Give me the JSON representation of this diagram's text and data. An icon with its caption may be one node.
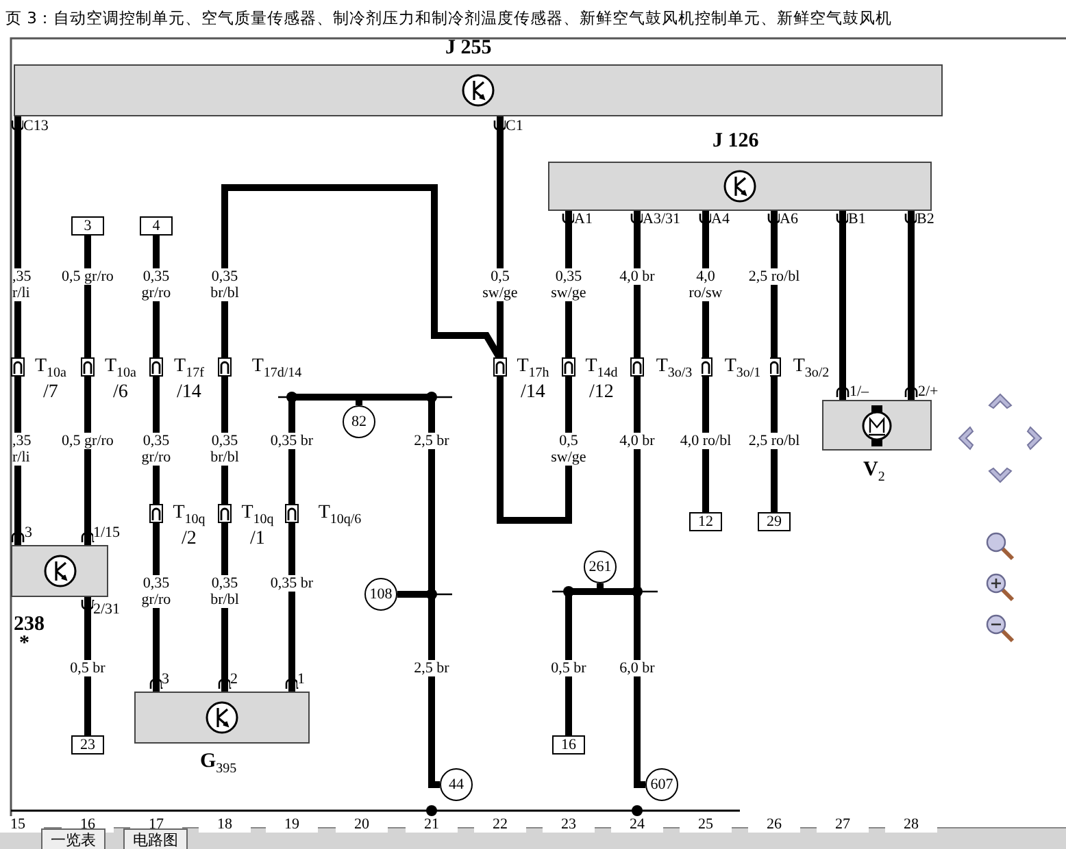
{
  "diagram": {
    "title": "页 3：自动空调控制单元、空气质量传感器、制冷剂压力和制冷剂温度传感器、新鲜空气鼓风机控制单元、新鲜空气鼓风机",
    "nodes": [
      {
        "text": [
          "J 255"
        ]
      },
      {
        "text": [
          "J 126"
        ]
      },
      {
        "text": [
          "3"
        ]
      },
      {
        "text": [
          "4"
        ]
      },
      {
        "text": [
          "238"
        ],
        "beside": [
          "*"
        ]
      },
      {
        "text": [
          "V$_{2}$"
        ]
      },
      {
        "text": [
          "G$_{395}$"
        ]
      },
      {
        "text": [
          "12"
        ]
      },
      {
        "text": [
          "29"
        ]
      },
      {
        "text": [
          "23"
        ]
      },
      {
        "text": [
          "16"
        ]
      },
      {
        "text": [
          "82"
        ]
      },
      {
        "text": [
          "108"
        ]
      },
      {
        "text": [
          "261"
        ]
      },
      {
        "text": [
          "44"
        ]
      },
      {
        "text": [
          "607"
        ]
      }
    ],
    "edges": [
      {
        "from": 0,
        "to": 4,
        "arrow": "none"
      },
      {
        "from": 2,
        "to": 4,
        "arrow": "none"
      },
      {
        "from": 3,
        "to": 6,
        "arrow": "none"
      },
      {
        "from": 6,
        "to": 0,
        "arrow": "none"
      },
      {
        "from": 0,
        "to": 1,
        "arrow": "none"
      },
      {
        "from": 1,
        "to": 13,
        "arrow": "none"
      },
      {
        "from": 1,
        "to": 7,
        "arrow": "none"
      },
      {
        "from": 1,
        "to": 8,
        "arrow": "none"
      },
      {
        "from": 1,
        "to": 5,
        "arrow": "none"
      },
      {
        "from": 1,
        "to": 5,
        "arrow": "none"
      },
      {
        "from": 4,
        "to": 9,
        "arrow": "none"
      },
      {
        "from": 6,
        "to": 11,
        "arrow": "none"
      },
      {
        "from": 11,
        "to": 12,
        "arrow": "none"
      },
      {
        "from": 12,
        "to": 14,
        "arrow": "none"
      },
      {
        "from": 10,
        "to": 13,
        "arrow": "none"
      },
      {
        "from": 13,
        "to": 15,
        "arrow": "none"
      }
    ],
    "labels": [
      "C13",
      "C1",
      "A1",
      "A3/31",
      "A4",
      "A6",
      "B1",
      "B2",
      ",35 r/li",
      "0,5 gr/ro",
      "0,35 gr/ro",
      "0,35 br/bl",
      "0,5 sw/ge",
      "0,35 sw/ge",
      "4,0 br",
      "4,0 ro/sw",
      "2,5 ro/bl",
      "T$_{10a}$ /7",
      "T$_{10a}$ /6",
      "T$_{17f}$ /14",
      "T$_{17d/14}$",
      "T$_{17h}$ /14",
      "T$_{14d}$ /12",
      "T$_{3o/3}$",
      "T$_{3o/1}$",
      "T$_{3o/2}$",
      "1/–",
      "2/+",
      ",35 r/li",
      "0,5 gr/ro",
      "0,35 gr/ro",
      "0,35 br/bl",
      "0,35 br",
      "2,5 br",
      "0,5 sw/ge",
      "4,0 br",
      "4,0 ro/bl",
      "2,5 ro/bl",
      "T$_{10q}$ /2",
      "T$_{10q}$ /1",
      "T$_{10q/6}$",
      "3",
      "1/15",
      "0,35 gr/ro",
      "0,35 br/bl",
      "0,35 br",
      "2/31",
      "0,5 br",
      "2,5 br",
      "0,5 br",
      "6,0 br",
      "3",
      "2",
      "1",
      "15",
      "16",
      "17",
      "18",
      "19",
      "20",
      "21",
      "22",
      "23",
      "24",
      "25",
      "26",
      "27",
      "28",
      "一览表",
      "电路图"
    ]
  }
}
